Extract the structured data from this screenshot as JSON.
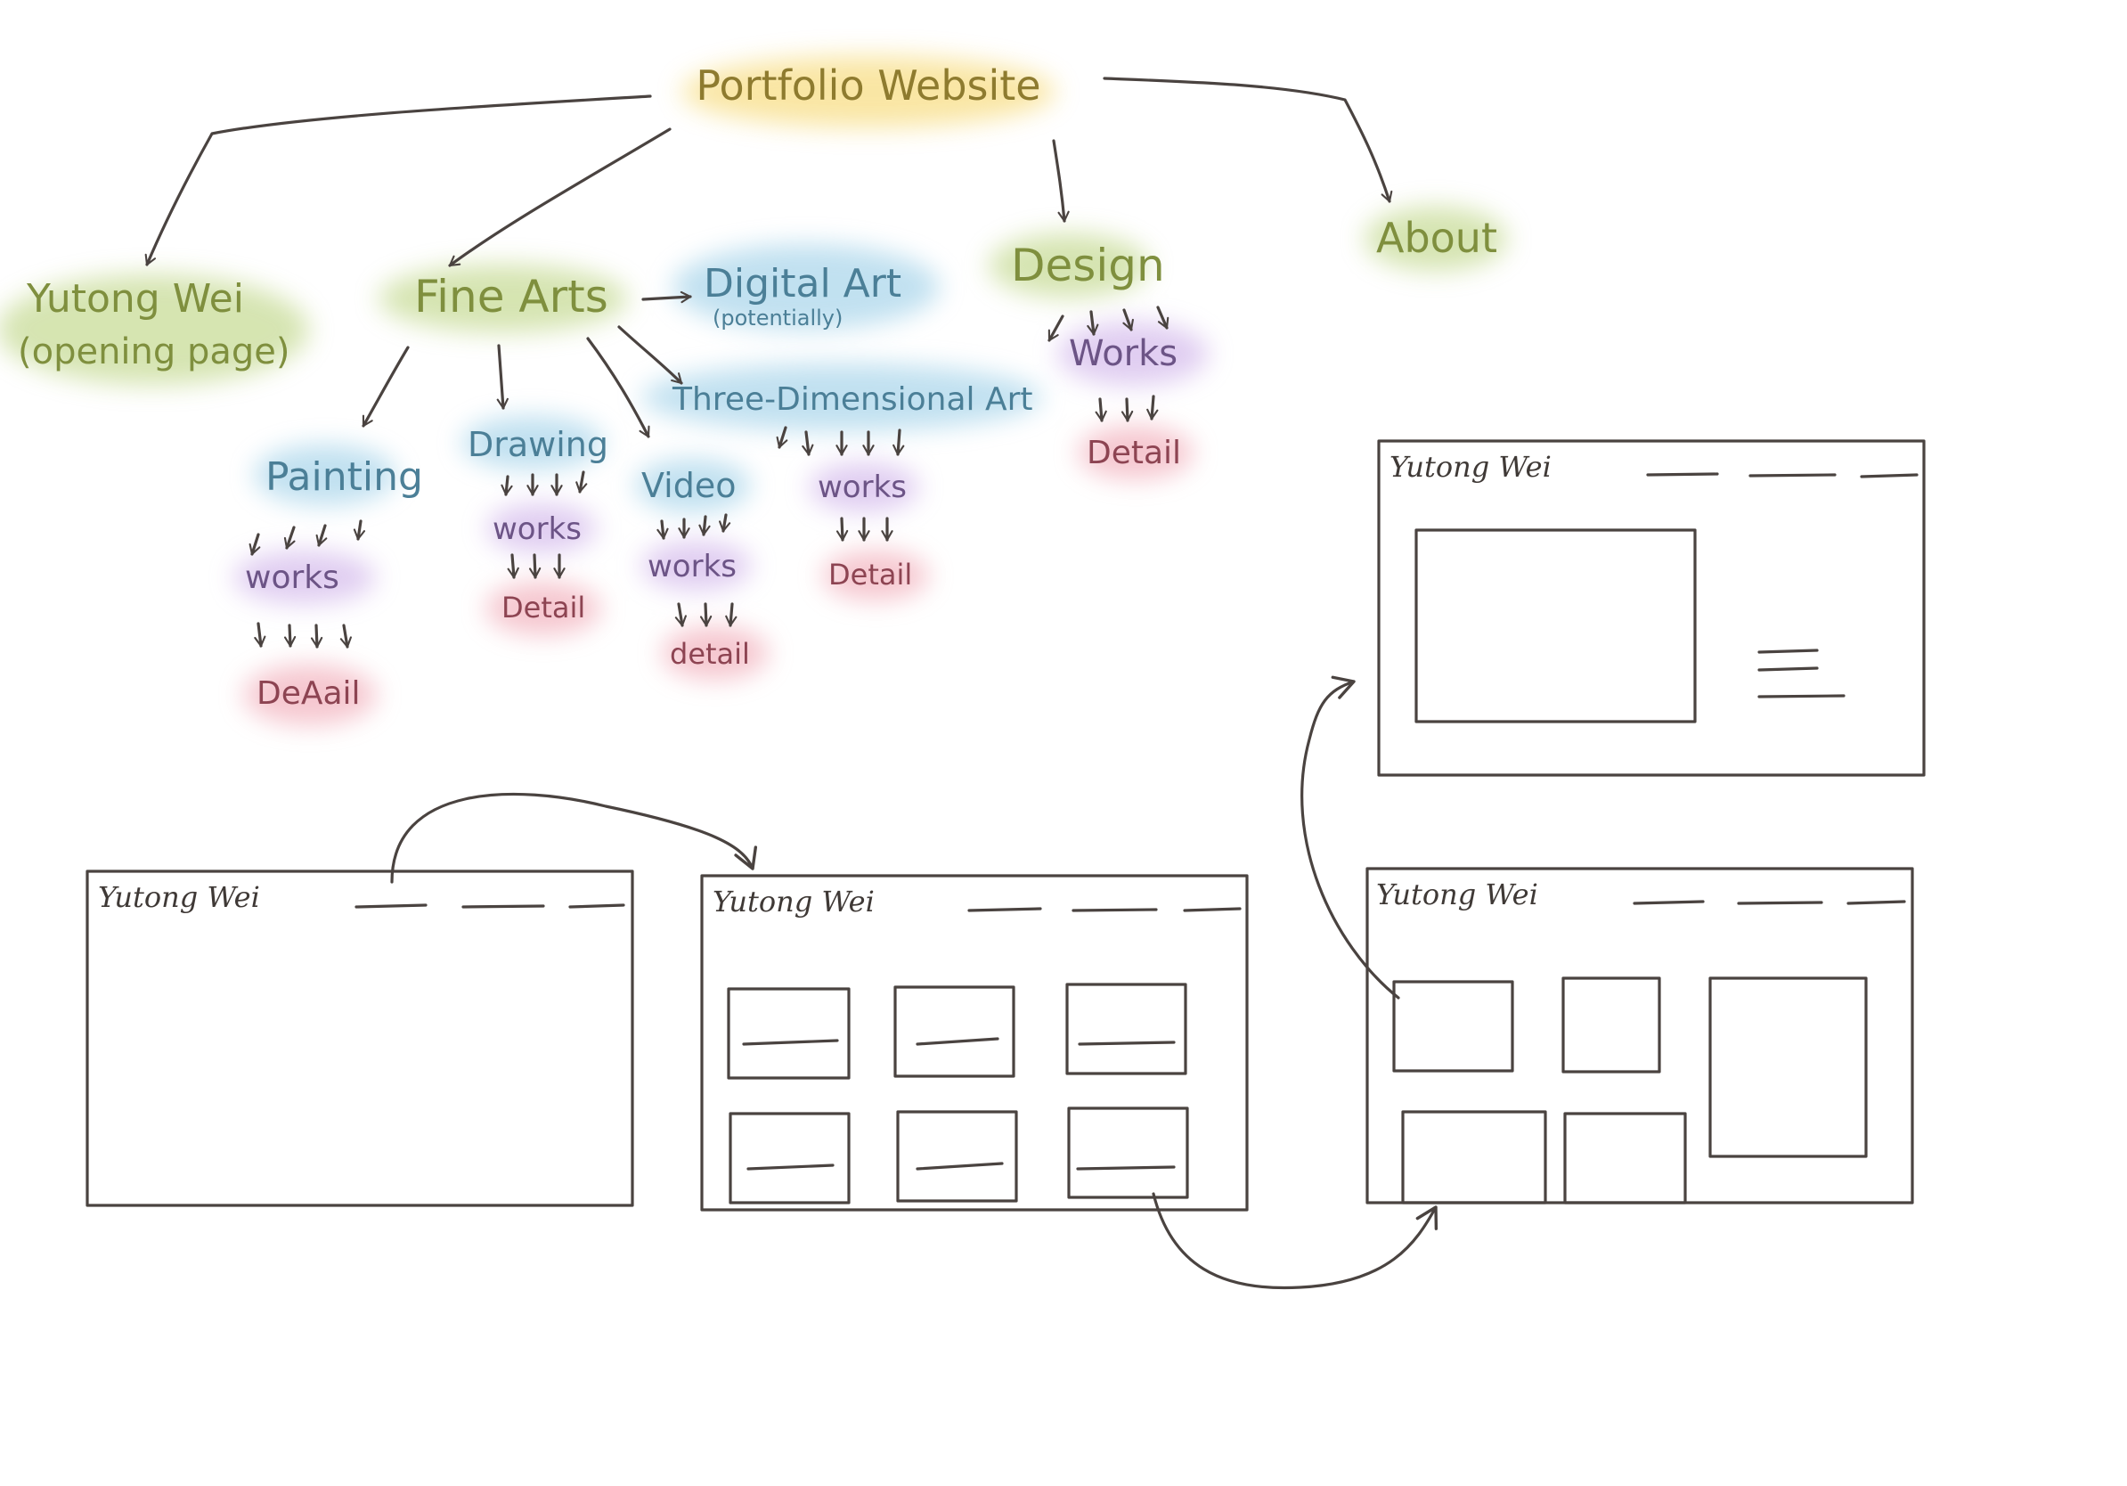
{
  "root": {
    "label": "Portfolio Website",
    "color": "#f5d25a"
  },
  "level1": {
    "opening": {
      "line1": "Yutong Wei",
      "line2": "(opening page)"
    },
    "fine_arts": "Fine Arts",
    "digital_art": {
      "line1": "Digital Art",
      "line2": "(potentially)"
    },
    "design": "Design",
    "about": "About"
  },
  "fine_arts_children": {
    "painting": "Painting",
    "drawing": "Drawing",
    "video": "Video",
    "three_d": "Three-Dimensional Art"
  },
  "node_text": {
    "works": "works",
    "detail": "Detail",
    "painting_detail": "DeAail",
    "video_detail": "detail",
    "design_works": "Works"
  },
  "wireframes": {
    "site_title": "Yutong Wei",
    "opening_page": {
      "title": "Yutong Wei"
    },
    "grid_page": {
      "title": "Yutong Wei"
    },
    "masonry_page": {
      "title": "Yutong Wei"
    },
    "detail_page": {
      "title": "Yutong Wei"
    }
  },
  "colors": {
    "green": "#b4cf72",
    "blue": "#8ec8e4",
    "purple": "#c7a6e6",
    "red": "#ee9aa9",
    "yellow": "#f5d25a",
    "ink": "#4a4340",
    "green_text": "#7f8f3e",
    "blue_text": "#4b7f97",
    "purple_text": "#6c5486",
    "red_text": "#8d4452",
    "yellow_text": "#8e7b2f"
  }
}
